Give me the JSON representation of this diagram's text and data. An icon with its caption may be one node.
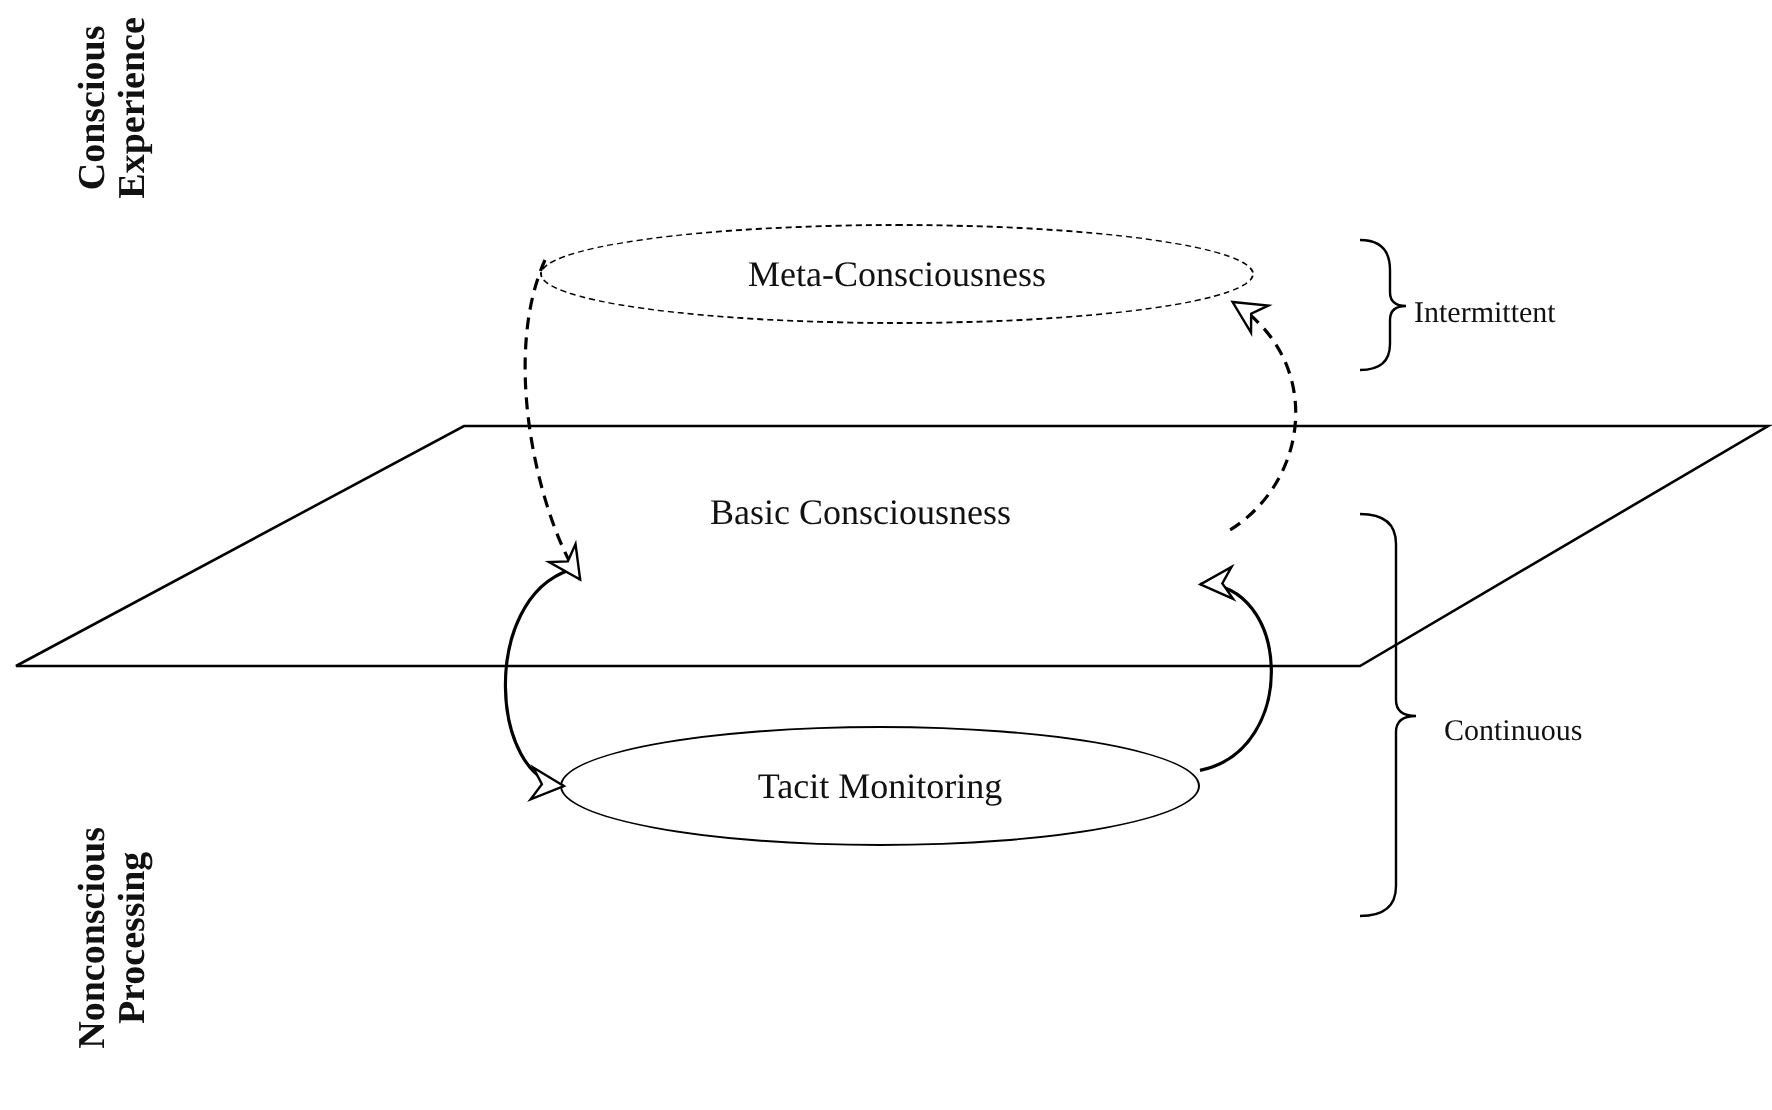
{
  "diagram": {
    "nodes": [
      {
        "text": [
          "Meta-Consciousness"
        ]
      },
      {
        "text": [
          "Basic Consciousness"
        ]
      },
      {
        "text": [
          "Tacit Monitoring"
        ]
      }
    ],
    "edges": [
      {
        "from": 2,
        "to": 1,
        "arrow": "to"
      },
      {
        "from": 1,
        "to": 2,
        "arrow": "to"
      },
      {
        "from": 1,
        "to": 0,
        "arrow": "to",
        "style": "dashed"
      },
      {
        "from": 0,
        "to": 1,
        "arrow": "to",
        "style": "dashed"
      }
    ],
    "labels": [
      "Conscious Experience",
      "Intermittent",
      "Continuous",
      "Nonconscious Processing"
    ]
  }
}
